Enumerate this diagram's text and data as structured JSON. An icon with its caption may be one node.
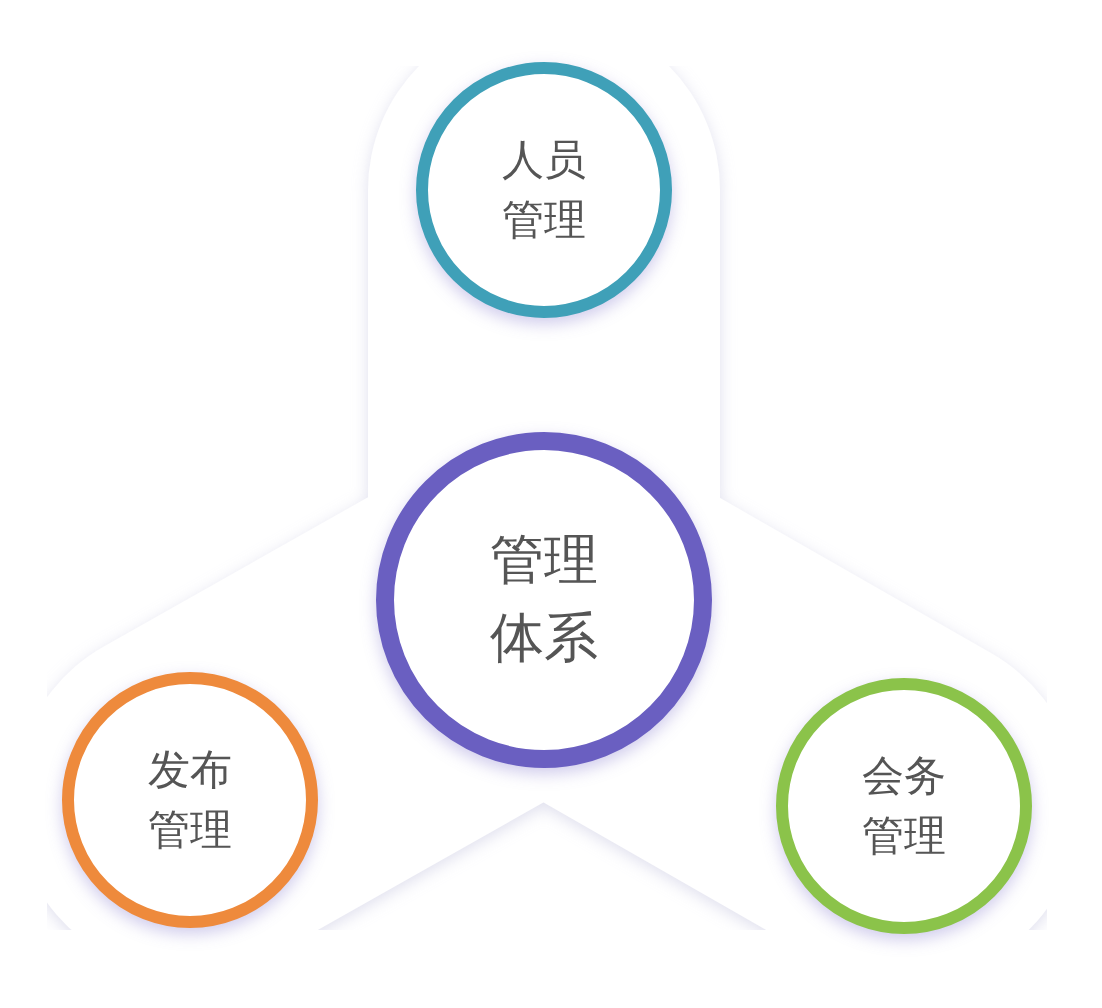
{
  "diagram": {
    "nodes": [
      {
        "text": [
          "人员管理"
        ]
      },
      {
        "text": [
          "管理体系"
        ]
      },
      {
        "text": [
          "发布管理"
        ]
      },
      {
        "text": [
          "会务管理"
        ]
      }
    ]
  }
}
